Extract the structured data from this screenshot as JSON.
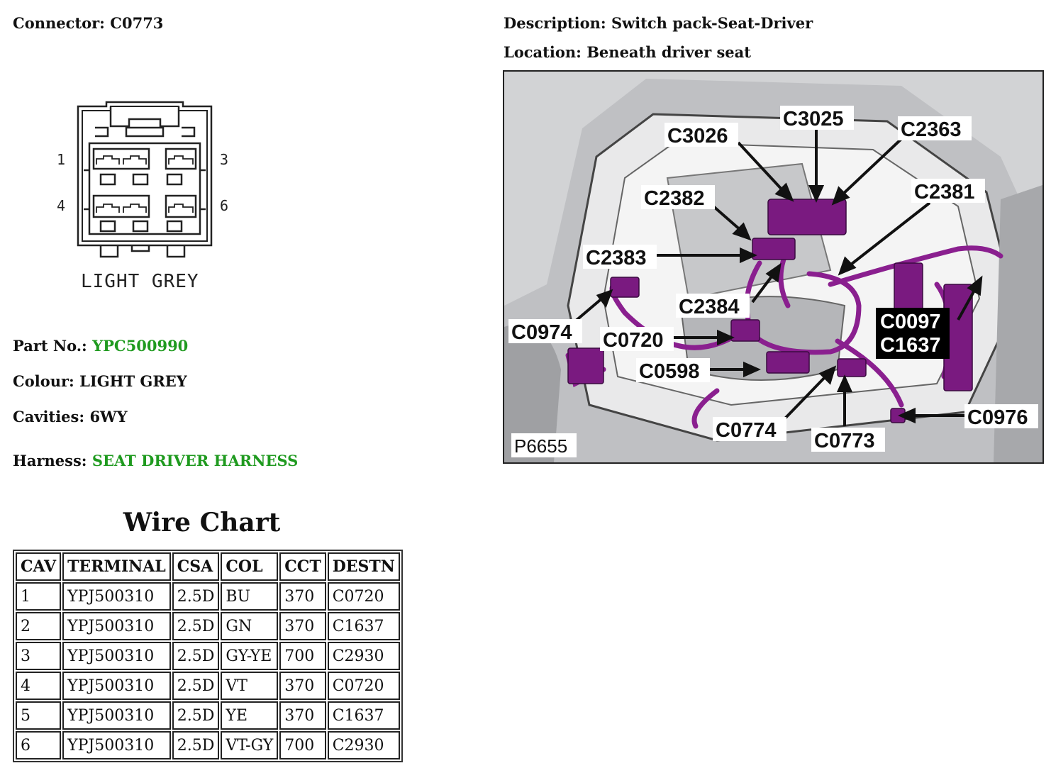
{
  "connector": {
    "label": "Connector:",
    "value": "C0773"
  },
  "description": {
    "label": "Description:",
    "value": "Switch pack-Seat-Driver"
  },
  "location": {
    "label": "Location:",
    "value": "Beneath driver seat"
  },
  "part_no": {
    "label": "Part No.:",
    "value": "YPC500990"
  },
  "colour": {
    "label": "Colour:",
    "value": "LIGHT GREY"
  },
  "cavities": {
    "label": "Cavities:",
    "value": "6WY"
  },
  "harness": {
    "label": "Harness:",
    "value": "SEAT DRIVER HARNESS"
  },
  "connector_face": {
    "pin_labels": [
      "1",
      "3",
      "4",
      "6"
    ],
    "colour_label": "LIGHT GREY"
  },
  "location_image": {
    "reference": "P6655",
    "callouts": [
      "C3026",
      "C3025",
      "C2363",
      "C2382",
      "C2381",
      "C2383",
      "C2384",
      "C0974",
      "C0720",
      "C0097",
      "C1637",
      "C0598",
      "C0976",
      "C0774",
      "C0773"
    ]
  },
  "wire_chart": {
    "title": "Wire Chart",
    "columns": [
      "CAV",
      "TERMINAL",
      "CSA",
      "COL",
      "CCT",
      "DESTN"
    ],
    "rows": [
      [
        "1",
        "YPJ500310",
        "2.5D",
        "BU",
        "370",
        "C0720"
      ],
      [
        "2",
        "YPJ500310",
        "2.5D",
        "GN",
        "370",
        "C1637"
      ],
      [
        "3",
        "YPJ500310",
        "2.5D",
        "GY-YE",
        "700",
        "C2930"
      ],
      [
        "4",
        "YPJ500310",
        "2.5D",
        "VT",
        "370",
        "C0720"
      ],
      [
        "5",
        "YPJ500310",
        "2.5D",
        "YE",
        "370",
        "C1637"
      ],
      [
        "6",
        "YPJ500310",
        "2.5D",
        "VT-GY",
        "700",
        "C2930"
      ]
    ]
  }
}
